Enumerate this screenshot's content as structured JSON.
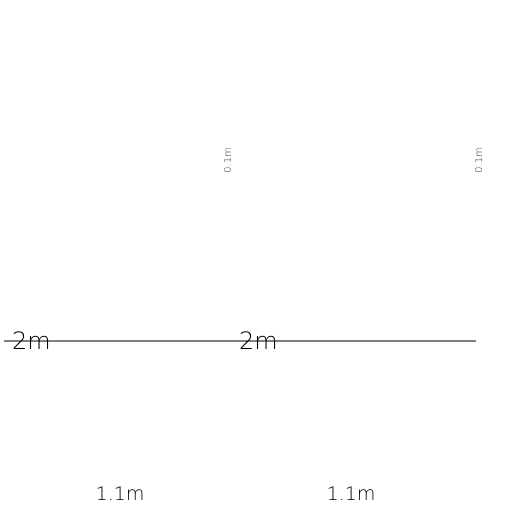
{
  "diagram": {
    "horizontal_line_labels": [
      "2m",
      "2m"
    ],
    "bottom_labels": [
      "1.1m",
      "1.1m"
    ],
    "vertical_labels": [
      "0.1m",
      "0.1m"
    ]
  }
}
